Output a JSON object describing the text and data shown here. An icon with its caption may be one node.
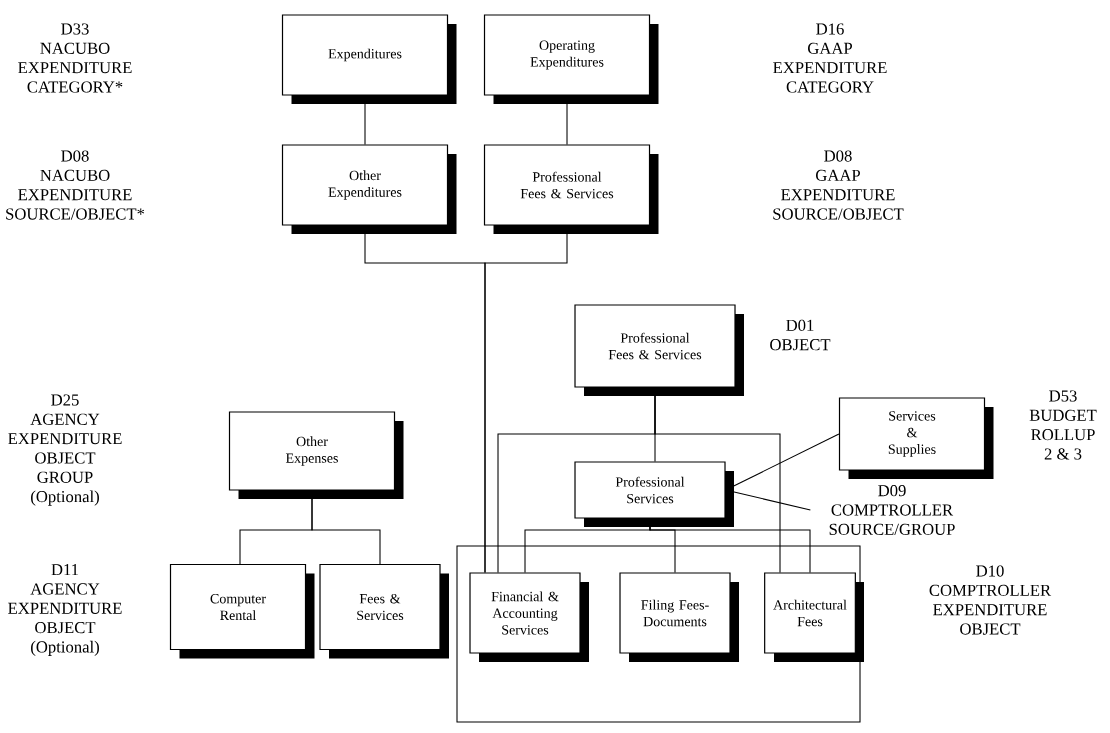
{
  "diagram": {
    "nodes": [
      {
        "text": [
          "Expenditures"
        ]
      },
      {
        "text": [
          "Operating Expenditures"
        ]
      },
      {
        "text": [
          "Other Expenditures"
        ]
      },
      {
        "text": [
          "Professional Fees & Services"
        ]
      },
      {
        "text": [
          "Professional Fees & Services"
        ]
      },
      {
        "text": [
          "Services & Supplies"
        ]
      },
      {
        "text": [
          "Professional Services"
        ]
      },
      {
        "text": [
          "Other Expenses"
        ]
      },
      {
        "text": [
          "Computer Rental"
        ]
      },
      {
        "text": [
          "Fees & Services"
        ]
      },
      {
        "text": [],
        "shape": "box"
      },
      {
        "text": [
          "Financial & Accounting Services"
        ],
        "in": 10
      },
      {
        "text": [
          "Filing Fees- Documents"
        ],
        "in": 10
      },
      {
        "text": [
          "Architectural Fees"
        ],
        "in": 10
      },
      {
        "text": [
          "D09 COMPTROLLER SOURCE/GROUP"
        ]
      }
    ],
    "edges": [
      {
        "from": 0,
        "to": 2,
        "arrow": "none"
      },
      {
        "from": 1,
        "to": 3,
        "arrow": "none"
      },
      {
        "from": 2,
        "to": 11,
        "arrow": "none"
      },
      {
        "from": 3,
        "to": 11,
        "arrow": "none"
      },
      {
        "from": 4,
        "to": 6,
        "arrow": "none"
      },
      {
        "from": 4,
        "to": 11,
        "arrow": "none"
      },
      {
        "from": 4,
        "to": 13,
        "arrow": "none"
      },
      {
        "from": 6,
        "to": 11,
        "arrow": "none"
      },
      {
        "from": 6,
        "to": 12,
        "arrow": "none"
      },
      {
        "from": 6,
        "to": 13,
        "arrow": "none"
      },
      {
        "from": 6,
        "to": 5,
        "arrow": "none"
      },
      {
        "from": 6,
        "to": 14,
        "arrow": "none"
      },
      {
        "from": 7,
        "to": 8,
        "arrow": "none"
      },
      {
        "from": 7,
        "to": 9,
        "arrow": "none"
      }
    ],
    "labels": [
      "D33 NACUBO EXPENDITURE CATEGORY*",
      "D16 GAAP EXPENDITURE CATEGORY",
      "D08 NACUBO EXPENDITURE SOURCE/OBJECT*",
      "D08 GAAP EXPENDITURE SOURCE/OBJECT",
      "D01 OBJECT",
      "D53 BUDGET ROLLUP 2 & 3",
      "D25 AGENCY EXPENDITURE OBJECT GROUP (Optional)",
      "D11 AGENCY EXPENDITURE OBJECT (Optional)",
      "D10 COMPTROLLER EXPENDITURE OBJECT"
    ]
  }
}
